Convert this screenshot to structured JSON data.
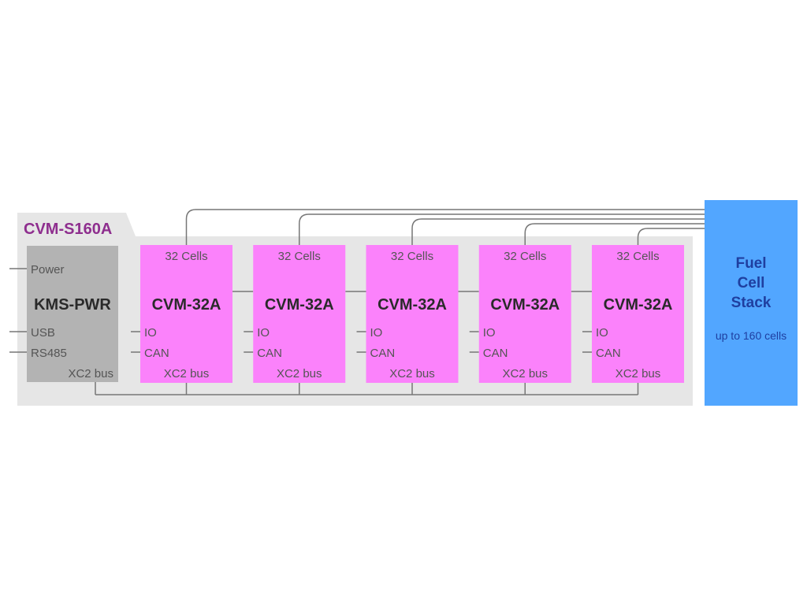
{
  "system": {
    "title": "CVM-S160A"
  },
  "power_module": {
    "name": "KMS-PWR",
    "inputs": [
      "Power",
      "USB",
      "RS485"
    ],
    "bus_label": "XC2 bus"
  },
  "modules": [
    {
      "name": "CVM-32A",
      "cells_label": "32 Cells",
      "io_label": "IO",
      "can_label": "CAN",
      "bus_label": "XC2 bus"
    },
    {
      "name": "CVM-32A",
      "cells_label": "32 Cells",
      "io_label": "IO",
      "can_label": "CAN",
      "bus_label": "XC2 bus"
    },
    {
      "name": "CVM-32A",
      "cells_label": "32 Cells",
      "io_label": "IO",
      "can_label": "CAN",
      "bus_label": "XC2 bus"
    },
    {
      "name": "CVM-32A",
      "cells_label": "32 Cells",
      "io_label": "IO",
      "can_label": "CAN",
      "bus_label": "XC2 bus"
    },
    {
      "name": "CVM-32A",
      "cells_label": "32 Cells",
      "io_label": "IO",
      "can_label": "CAN",
      "bus_label": "XC2 bus"
    }
  ],
  "fuel_cell_stack": {
    "line1": "Fuel",
    "line2": "Cell",
    "line3": "Stack",
    "capacity": "up to 160 cells"
  },
  "colors": {
    "container": "#e6e6e6",
    "power_module": "#b3b3b3",
    "module": "#fb82fb",
    "stack": "#52a6ff",
    "title": "#8e2e8e",
    "stack_text": "#1f3fa0"
  }
}
